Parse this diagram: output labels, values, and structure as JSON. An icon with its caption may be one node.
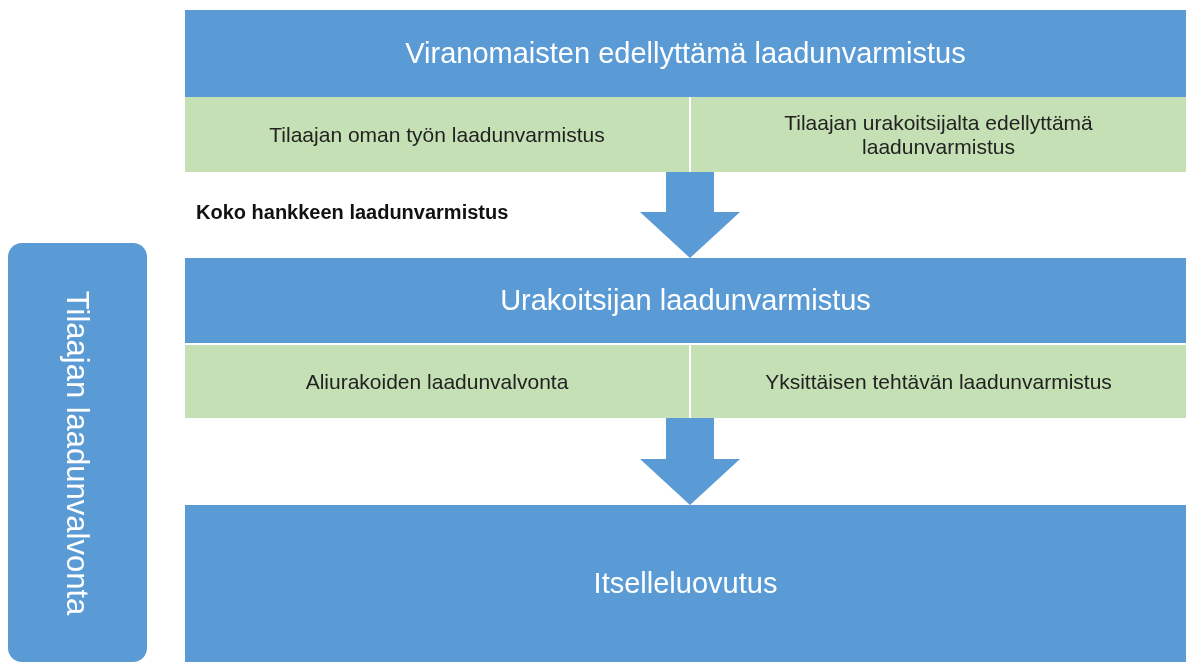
{
  "diagram": {
    "nodes": [
      {
        "text": [
          "Viranomaisten edellyttämä laadunvarmistus"
        ]
      },
      {
        "text": [
          "Tilaajan oman työn laadunvarmistus"
        ]
      },
      {
        "text": [
          "Tilaajan urakoitsijalta edellyttämä laadunvarmistus"
        ]
      },
      {
        "text": [
          "Urakoitsijan laadunvarmistus"
        ]
      },
      {
        "text": [
          "Aliurakoiden laadunvalvonta"
        ]
      },
      {
        "text": [
          "Yksittäisen tehtävän laadunvarmistus"
        ]
      },
      {
        "text": [
          "Itselleluovutus"
        ]
      },
      {
        "text": [
          "Tilaajan laadunvalvonta"
        ]
      }
    ],
    "edges": [
      {
        "from": 1,
        "to": 3,
        "arrow": "to"
      },
      {
        "from": 2,
        "to": 3,
        "arrow": "to"
      },
      {
        "from": 4,
        "to": 6,
        "arrow": "to"
      },
      {
        "from": 5,
        "to": 6,
        "arrow": "to"
      }
    ],
    "labels": [
      "Koko hankkeen laadunvarmistus"
    ]
  }
}
